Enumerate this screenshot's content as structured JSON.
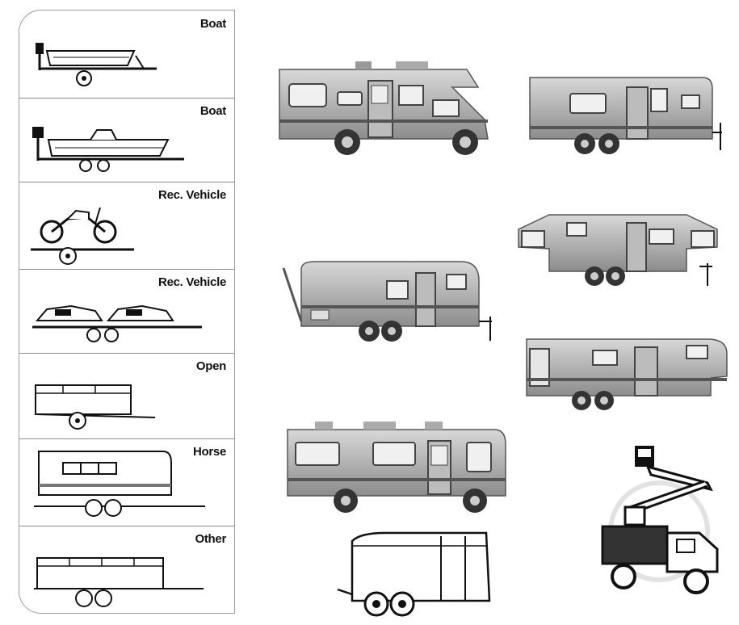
{
  "categories": [
    {
      "label": "Boat",
      "icon": "boat-trailer-icon"
    },
    {
      "label": "Boat",
      "icon": "boat-trailer-icon"
    },
    {
      "label": "Rec. Vehicle",
      "icon": "motorcycle-trailer-icon"
    },
    {
      "label": "Rec. Vehicle",
      "icon": "snowmobile-trailer-icon"
    },
    {
      "label": "Open",
      "icon": "open-trailer-icon"
    },
    {
      "label": "Horse",
      "icon": "horse-trailer-icon"
    },
    {
      "label": "Other",
      "icon": "utility-trailer-icon"
    }
  ],
  "vehicles": [
    "class-c-motorhome-icon",
    "travel-trailer-icon",
    "fifth-wheel-popup-icon",
    "travel-trailer-pulled-icon",
    "fifth-wheel-icon",
    "class-a-motorhome-icon",
    "enclosed-cargo-trailer-icon",
    "bucket-truck-icon"
  ]
}
